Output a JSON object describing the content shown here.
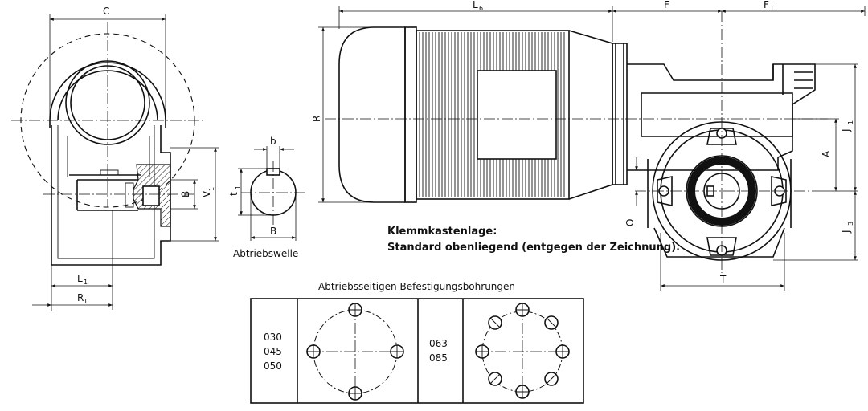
{
  "dimensions": {
    "C": "C",
    "L6": "L",
    "L6_sub": "6",
    "F": "F",
    "F1": "F",
    "F1_sub": "1",
    "R": "R",
    "J1": "J",
    "J1_sub": "1",
    "A": "A",
    "J3": "J",
    "J3_sub": "3",
    "O": "O",
    "T": "T",
    "B_side": "B",
    "V1": "V",
    "V1_sub": "1",
    "L1": "L",
    "L1_sub": "1",
    "R1": "R",
    "R1_sub": "1",
    "b_shaft": "b",
    "t1": "t",
    "t1_sub": "1",
    "B_shaft": "B"
  },
  "labels": {
    "output_shaft": "Abtriebswelle",
    "terminal_box_line1": "Klemmkastenlage:",
    "terminal_box_line2": "Standard obenliegend (entgegen der Zeichnung).",
    "mounting_holes_title": "Abtriebsseitigen Befestigungsbohrungen"
  },
  "holes_table": {
    "sizes_left": [
      "030",
      "045",
      "050"
    ],
    "sizes_right": [
      "063",
      "085"
    ]
  }
}
